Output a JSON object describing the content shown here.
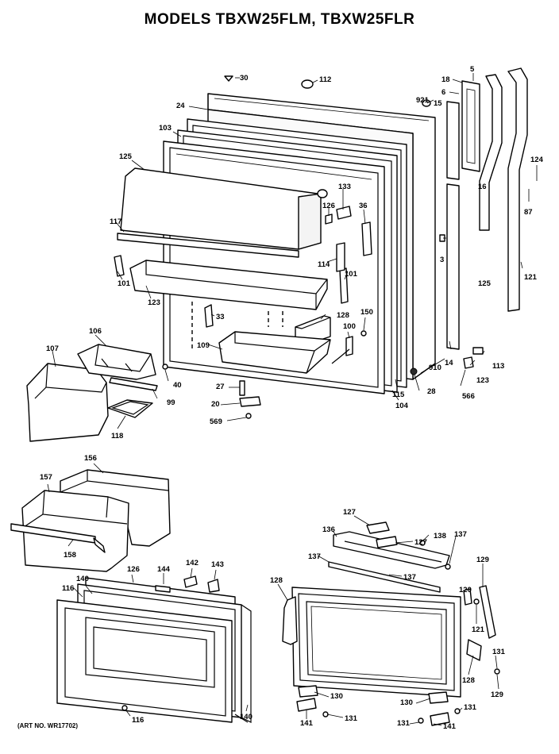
{
  "title": "MODELS TBXW25FLM, TBXW25FLR",
  "art_number": "(ART NO. WR17702)",
  "callouts": {
    "c5": "5",
    "c6": "6",
    "c15": "15",
    "c16": "16",
    "c18": "18",
    "c921": "921",
    "c24": "24",
    "c30": "30",
    "c112": "112",
    "c103": "103",
    "c125a": "125",
    "c125b": "125",
    "c117": "117",
    "c133": "133",
    "c126a": "126",
    "c36": "36",
    "c124": "124",
    "c87": "87",
    "c121a": "121",
    "c3": "3",
    "c114": "114",
    "c101a": "101",
    "c101b": "101",
    "c123a": "123",
    "c33": "33",
    "c128a": "128",
    "c150": "150",
    "c100": "100",
    "c106": "106",
    "c107": "107",
    "c109": "109",
    "c14": "14",
    "c113": "113",
    "c123b": "123",
    "c910": "910",
    "c40": "40",
    "c27": "27",
    "c28": "28",
    "c99": "99",
    "c115": "115",
    "c20": "20",
    "c104": "104",
    "c566": "566",
    "c569": "569",
    "c118": "118",
    "c156": "156",
    "c157": "157",
    "c158": "158",
    "c127a": "127",
    "c127b": "127",
    "c136": "136",
    "c138": "138",
    "c137a": "137",
    "c137b": "137",
    "c137c": "137",
    "c140a": "140",
    "c116a": "116",
    "c126b": "126",
    "c144": "144",
    "c142": "142",
    "c143": "143",
    "c128b": "128",
    "c120": "120",
    "c129a": "129",
    "c121b": "121",
    "c131a": "131",
    "c128c": "128",
    "c129b": "129",
    "c130a": "130",
    "c130b": "130",
    "c131b": "131",
    "c131c": "131",
    "c131d": "131",
    "c141a": "141",
    "c141b": "141",
    "c116b": "116",
    "c140b": "140"
  }
}
